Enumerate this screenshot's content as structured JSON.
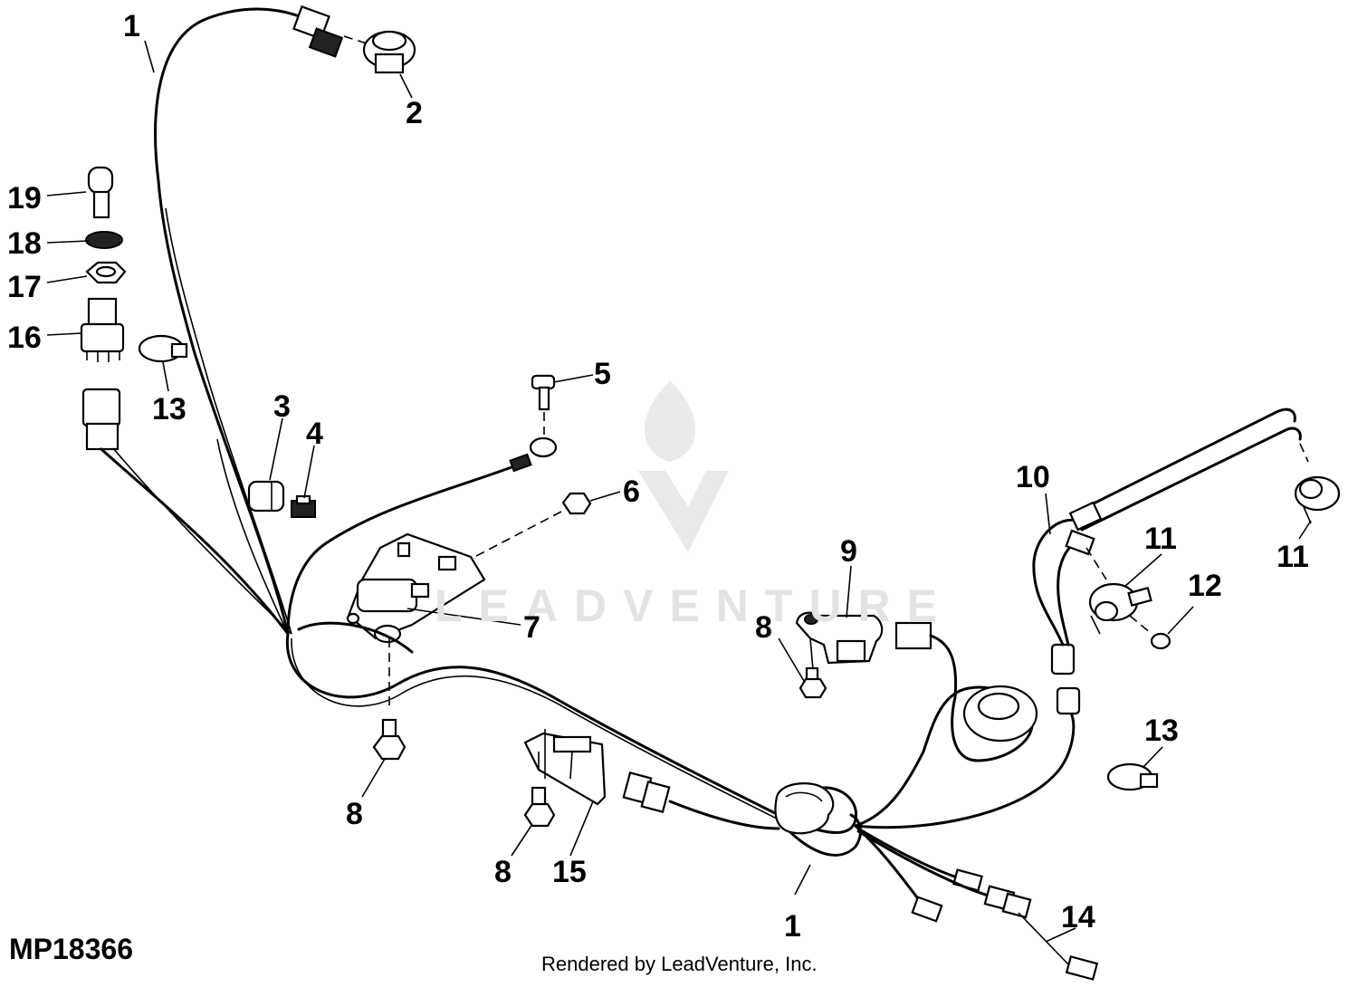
{
  "figure_id": "MP18366",
  "credit": "Rendered by LeadVenture, Inc.",
  "watermark": "LEADVENTURE",
  "callouts": [
    {
      "id": "c1a",
      "text": "1"
    },
    {
      "id": "c2",
      "text": "2"
    },
    {
      "id": "c19",
      "text": "19"
    },
    {
      "id": "c18",
      "text": "18"
    },
    {
      "id": "c17",
      "text": "17"
    },
    {
      "id": "c16",
      "text": "16"
    },
    {
      "id": "c13a",
      "text": "13"
    },
    {
      "id": "c3",
      "text": "3"
    },
    {
      "id": "c4",
      "text": "4"
    },
    {
      "id": "c5",
      "text": "5"
    },
    {
      "id": "c6",
      "text": "6"
    },
    {
      "id": "c7",
      "text": "7"
    },
    {
      "id": "c8a",
      "text": "8"
    },
    {
      "id": "c9",
      "text": "9"
    },
    {
      "id": "c8b",
      "text": "8"
    },
    {
      "id": "c10",
      "text": "10"
    },
    {
      "id": "c11a",
      "text": "11"
    },
    {
      "id": "c11b",
      "text": "11"
    },
    {
      "id": "c12",
      "text": "12"
    },
    {
      "id": "c13b",
      "text": "13"
    },
    {
      "id": "c8c",
      "text": "8"
    },
    {
      "id": "c15",
      "text": "15"
    },
    {
      "id": "c1b",
      "text": "1"
    },
    {
      "id": "c14",
      "text": "14"
    }
  ]
}
